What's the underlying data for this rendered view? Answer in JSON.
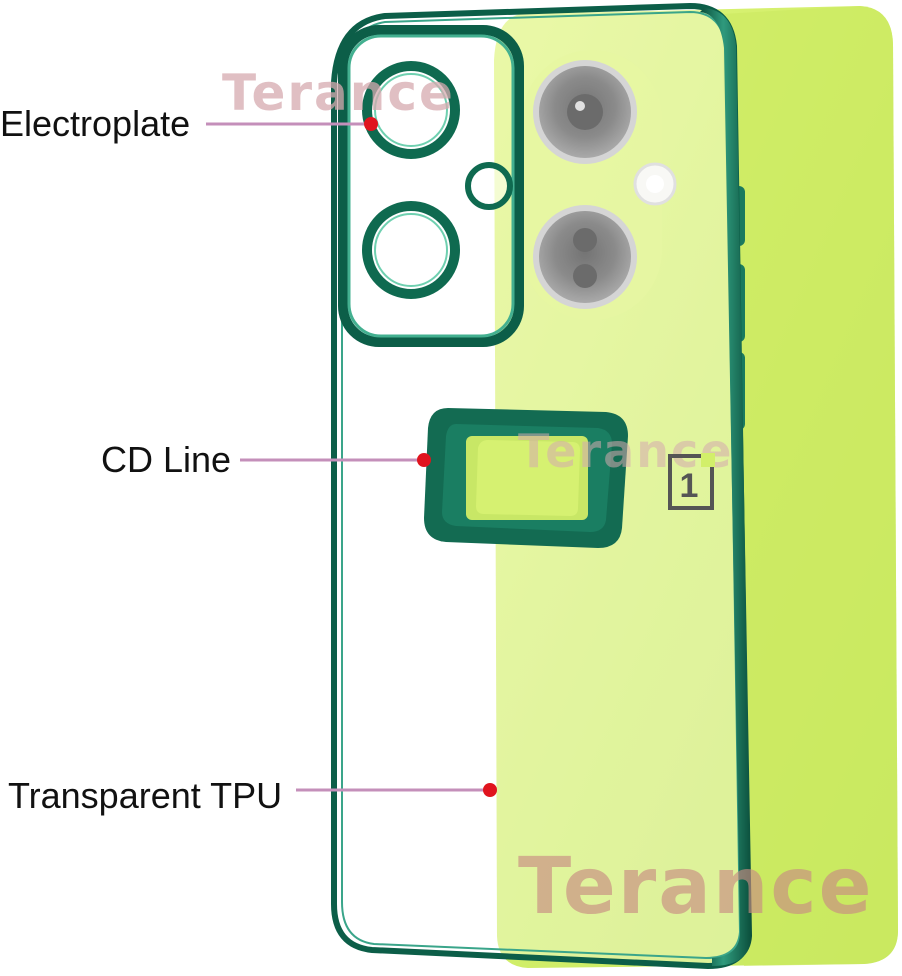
{
  "callouts": [
    {
      "label": "Electroplate"
    },
    {
      "label": "CD Line"
    },
    {
      "label": "Transparent TPU"
    }
  ],
  "watermark": {
    "text": "Terance"
  },
  "brand_logo": {
    "text": "1"
  },
  "colors": {
    "case_edge": "#0c5e48",
    "case_shine": "#3aa58a",
    "phone_body": "#d2ef6a",
    "leader_line": "#c48fba",
    "callout_dot": "#e0141e"
  }
}
